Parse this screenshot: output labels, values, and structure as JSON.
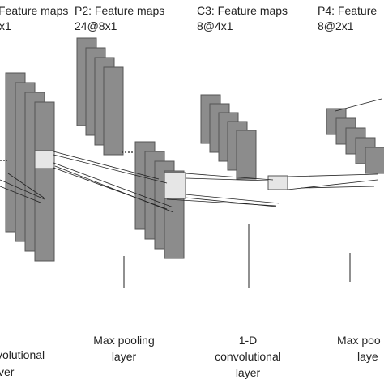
{
  "stages": [
    {
      "id": "c1",
      "title": "Feature maps",
      "dims": "",
      "layer_lines": [
        "",
        "volutional",
        "ver"
      ]
    },
    {
      "id": "p2",
      "title": "P2: Feature maps",
      "dims": "24@8x1",
      "layer_lines": [
        "Max pooling",
        "layer"
      ]
    },
    {
      "id": "c3",
      "title": "C3: Feature maps",
      "dims": "8@4x1",
      "layer_lines": [
        "1-D",
        "convolutional",
        "layer"
      ]
    },
    {
      "id": "p4",
      "title": "P4: Feature",
      "dims": "8@2x1",
      "layer_lines": [
        "Max poo",
        "laye"
      ]
    }
  ],
  "left_edge_fragment": "x1",
  "colors": {
    "map_fill": "#8c8c8c",
    "map_stroke": "#555555",
    "highlight": "#e6e6e6",
    "line": "#222222"
  }
}
